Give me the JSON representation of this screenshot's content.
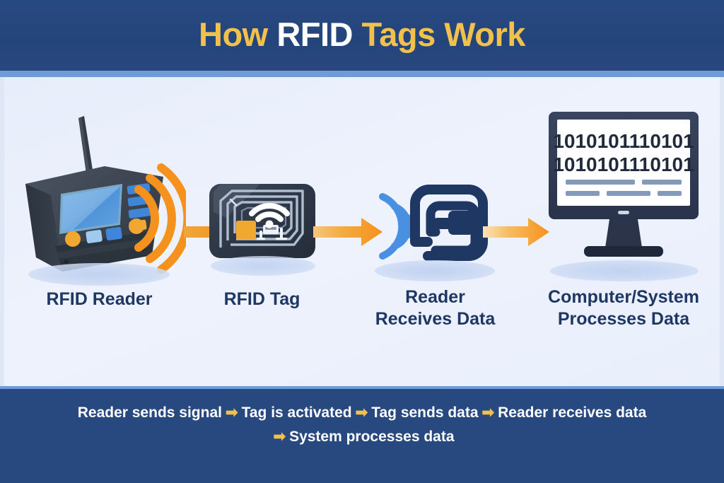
{
  "header": {
    "title_part1": "How ",
    "title_highlight": "RFID",
    "title_part2": " Tags Work",
    "bg_color": "#27477e",
    "accent_color": "#f2c14b"
  },
  "stages": [
    {
      "id": "rfid-reader",
      "icon": "rfid-reader-icon",
      "label": "RFID Reader",
      "label_line2": ""
    },
    {
      "id": "rfid-tag",
      "icon": "rfid-tag-icon",
      "label": "RFID Tag",
      "label_line2": ""
    },
    {
      "id": "reader-receives-data",
      "icon": "nfc-antenna-icon",
      "label": "Reader",
      "label_line2": "Receives Data"
    },
    {
      "id": "computer-system",
      "icon": "computer-monitor-icon",
      "label": "Computer/System",
      "label_line2": "Processes Data"
    }
  ],
  "monitor": {
    "binary_line1": "1010101110101",
    "binary_line2": "1010101110101"
  },
  "arrows": {
    "glyph": "➡",
    "color": "#f5921e"
  },
  "footer": {
    "steps_line1": [
      "Reader sends signal",
      "Tag is activated",
      "Tag sends data",
      "Reader receives data"
    ],
    "steps_line2": [
      "System processes data"
    ],
    "arrow_glyph": "➡",
    "arrow_color": "#f2c14b",
    "bg_color": "#27497f"
  },
  "colors": {
    "body_bg": "#eaf0fb",
    "navy": "#1e3763",
    "orange": "#f5921e",
    "blue_wave": "#4a90e2",
    "gold": "#f2c14b"
  }
}
